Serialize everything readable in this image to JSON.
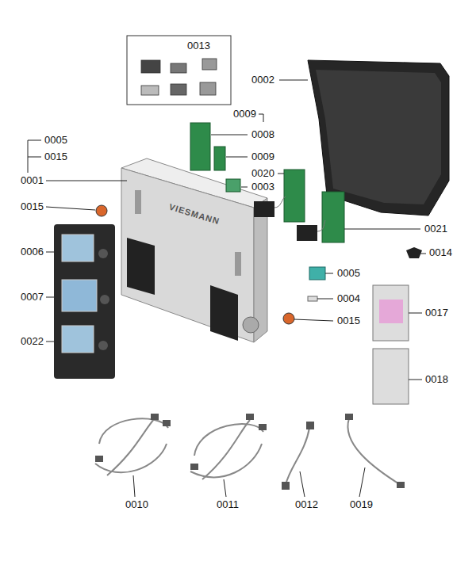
{
  "diagram": {
    "labels": [
      "0013",
      "0002",
      "0009",
      "0008",
      "0009",
      "0005",
      "0015",
      "0001",
      "0020",
      "0003",
      "0015",
      "0021",
      "0014",
      "0006",
      "0005",
      "0007",
      "0004",
      "0015",
      "0017",
      "0022",
      "0018",
      "0010",
      "0011",
      "0012",
      "0019",
      "VIESMANN"
    ]
  }
}
